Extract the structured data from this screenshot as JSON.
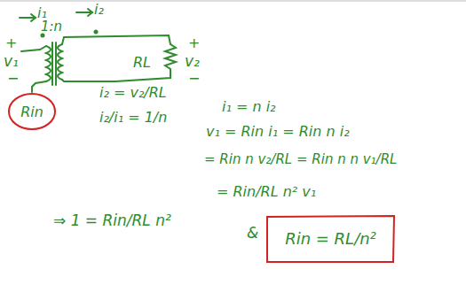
{
  "diagram": {
    "nodes": [
      {
        "text": [
          "Rin"
        ]
      },
      {
        "text": [
          "Rin = RL/n²"
        ]
      }
    ],
    "labels": [
      "+",
      "v₁",
      "−",
      "i₁",
      "1:n",
      "i₂",
      "RL",
      "+",
      "v₂",
      "−",
      "i₂ = v₂/RL",
      "i₂/i₁ = 1/n",
      "i₁ = n i₂",
      "v₁ = Rin i₁ = Rin n i₂",
      "= Rin n v₂/RL = Rin n n v₁/RL",
      "= Rin/RL n² v₁",
      "⇒ 1 = Rin/RL n²",
      "&"
    ]
  }
}
